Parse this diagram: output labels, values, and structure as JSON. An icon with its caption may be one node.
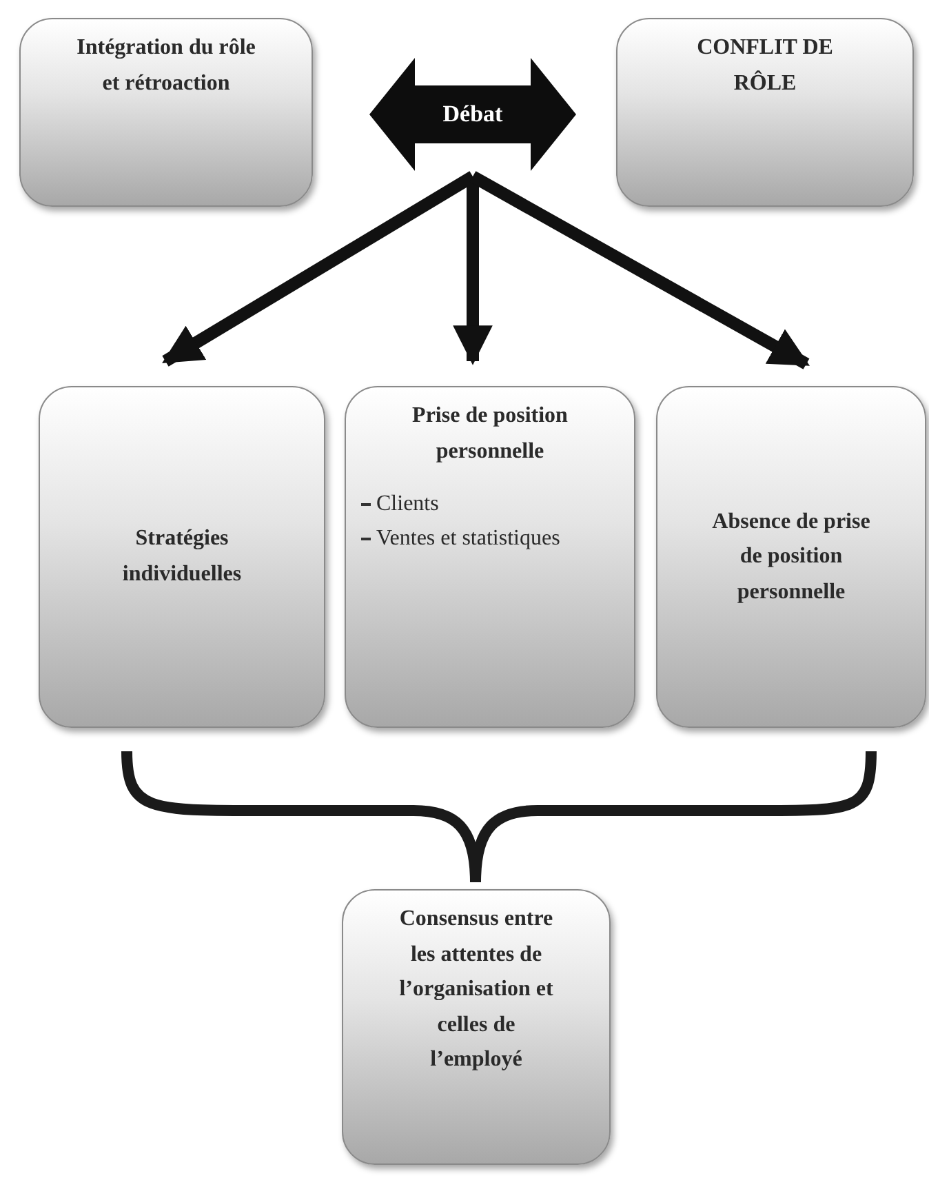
{
  "diagram": {
    "nodes": [
      {
        "text": [
          "Intégration du rôle et rétroaction"
        ]
      },
      {
        "text": [
          "CONFLIT DE RÔLE"
        ]
      },
      {
        "text": [
          "Débat"
        ]
      },
      {
        "text": [
          "Stratégies individuelles"
        ]
      },
      {
        "text": [
          "Prise de position personnelle",
          "Clients",
          "Ventes et statistiques"
        ]
      },
      {
        "text": [
          "Absence de prise de position personnelle"
        ]
      },
      {
        "text": [
          "Consensus entre les attentes de l’organisation et celles de l’employé"
        ]
      }
    ],
    "edges": [
      {
        "from": 2,
        "to": 3,
        "arrow": "to"
      },
      {
        "from": 2,
        "to": 4,
        "arrow": "to"
      },
      {
        "from": 2,
        "to": 5,
        "arrow": "to"
      }
    ]
  }
}
